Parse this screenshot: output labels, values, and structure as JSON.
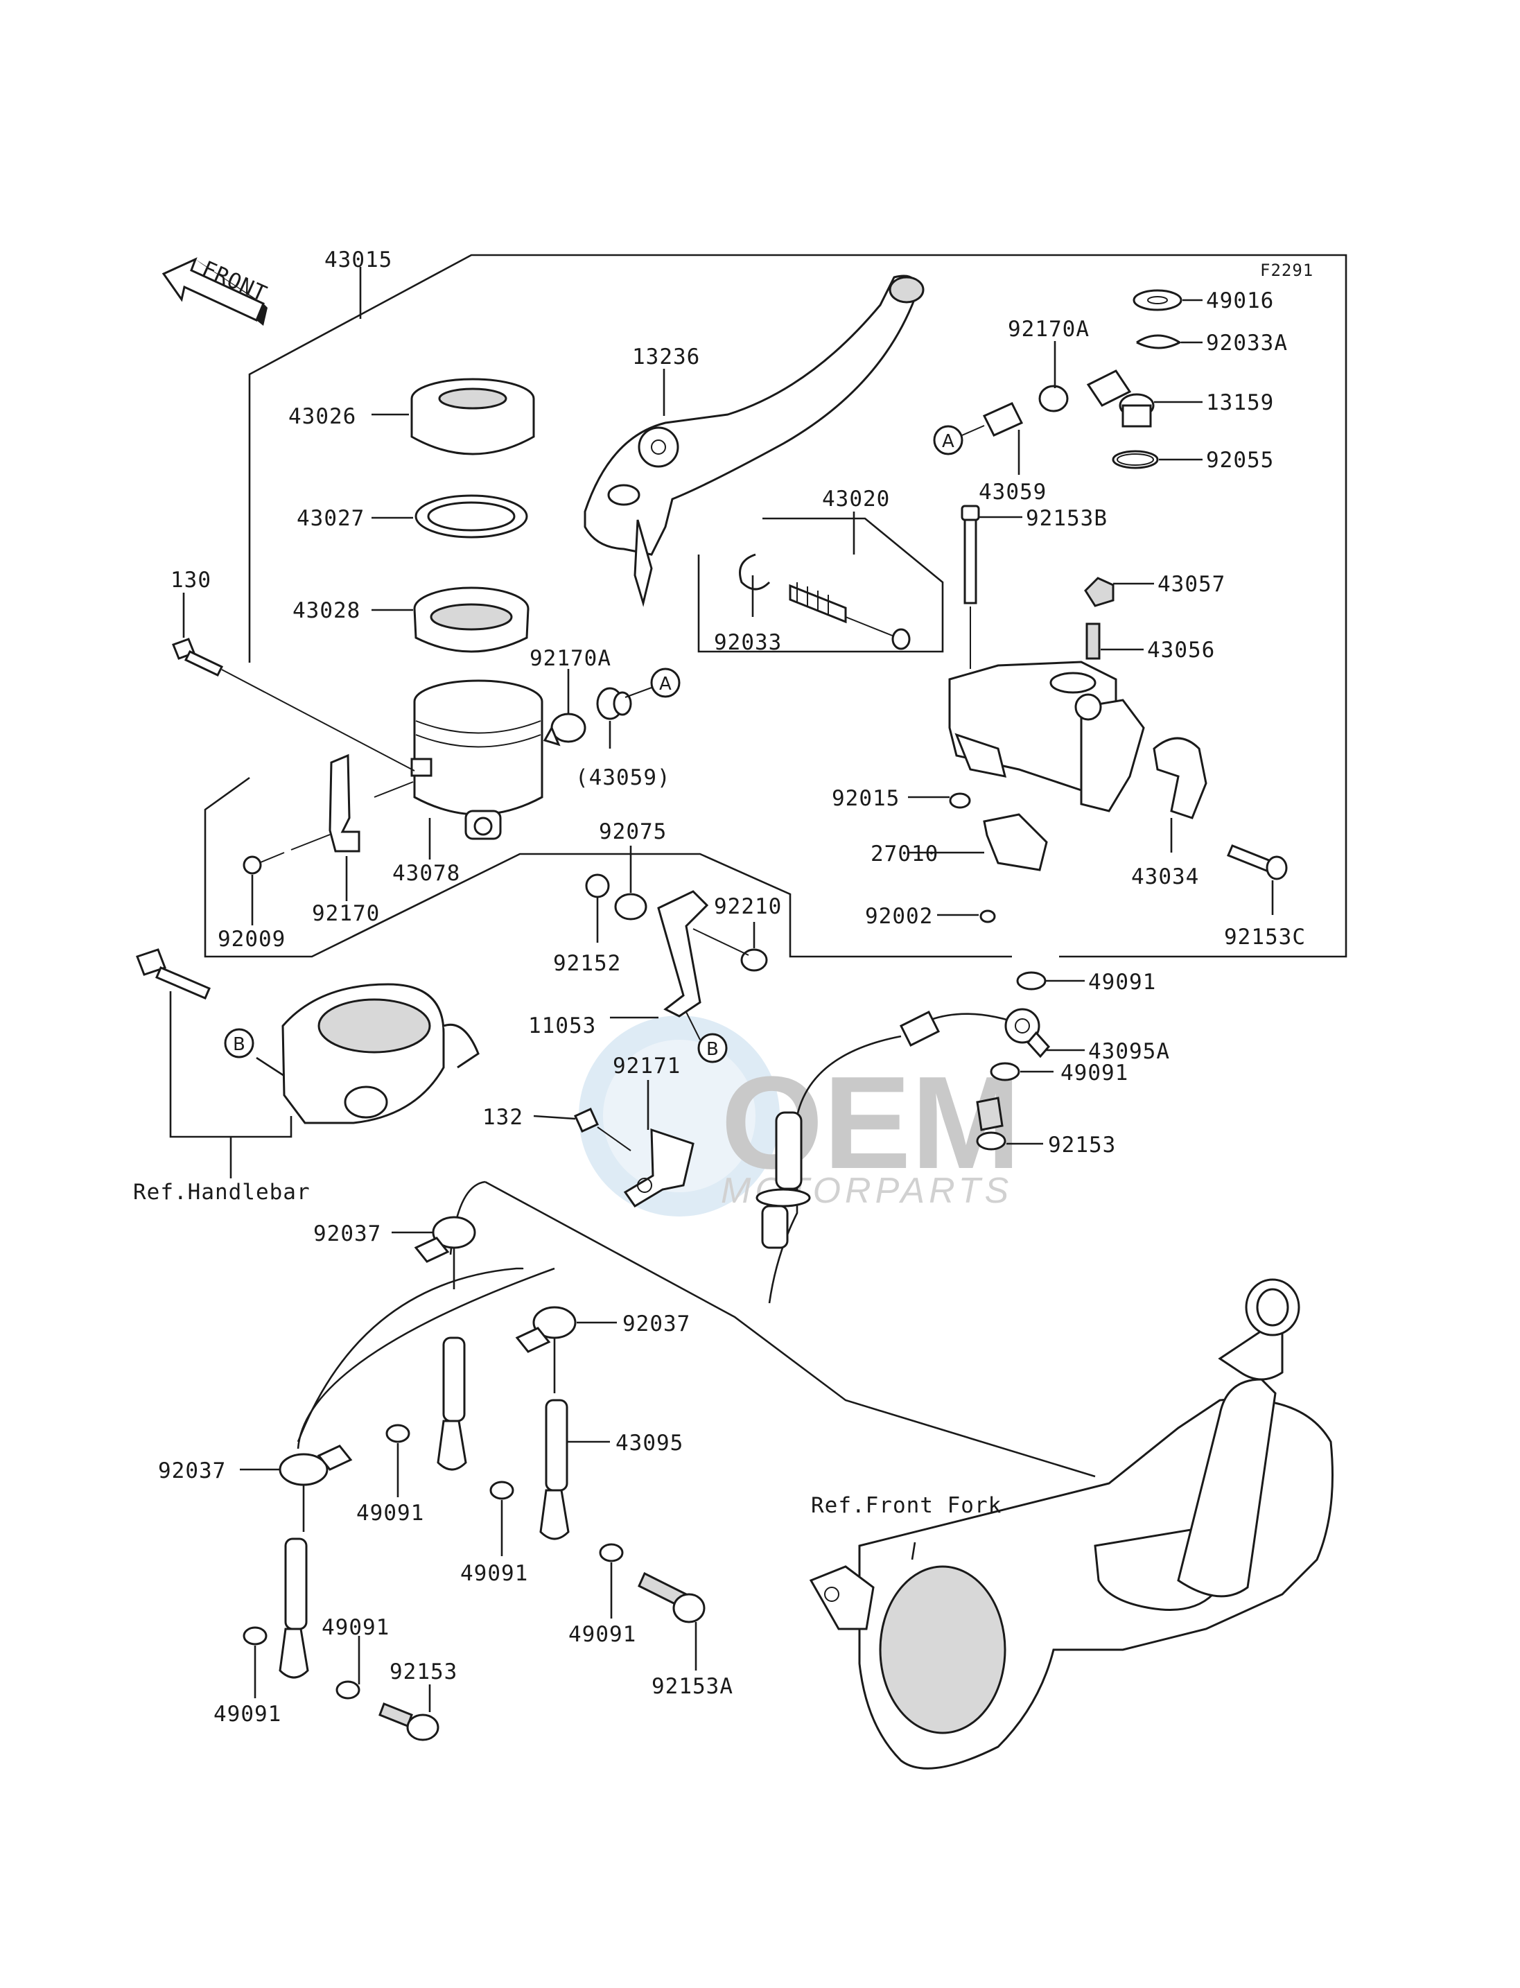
{
  "figure_code": "F2291",
  "front_label": "FRONT",
  "labels": {
    "l43015": "43015",
    "l43026": "43026",
    "l43027": "43027",
    "l43028": "43028",
    "l130": "130",
    "l92170A_top": "92170A",
    "l92170A_mid": "92170A",
    "l43059": "43059",
    "l43059_paren": "(43059)",
    "l43078": "43078",
    "l92170": "92170",
    "l92009": "92009",
    "l13236": "13236",
    "l43020": "43020",
    "l92033": "92033",
    "l49016": "49016",
    "l92033A": "92033A",
    "l13159": "13159",
    "l92055": "92055",
    "l92153B": "92153B",
    "l43057": "43057",
    "l43056": "43056",
    "l92015": "92015",
    "l27010": "27010",
    "l92002": "92002",
    "l43034": "43034",
    "l92153C": "92153C",
    "l92075": "92075",
    "l92210": "92210",
    "l92152": "92152",
    "l11053": "11053",
    "l92171": "92171",
    "l49091_a": "49091",
    "l43095A": "43095A",
    "l49091_b": "49091",
    "l92153_r": "92153",
    "l132": "132",
    "l92037_a": "92037",
    "l92037_b": "92037",
    "l92037_c": "92037",
    "l43095": "43095",
    "l49091_c": "49091",
    "l49091_d": "49091",
    "l49091_e": "49091",
    "l49091_f": "49091",
    "l49091_g": "49091",
    "l92153_b": "92153",
    "l92153A": "92153A",
    "ref_handlebar": "Ref.Handlebar",
    "ref_front_fork": "Ref.Front Fork"
  },
  "callouts": {
    "A1": "A",
    "A2": "A",
    "B1": "B",
    "B2": "B"
  },
  "watermark": {
    "brand": "OEM",
    "sub": "MOTORPARTS",
    "color": "#9fc4de"
  }
}
